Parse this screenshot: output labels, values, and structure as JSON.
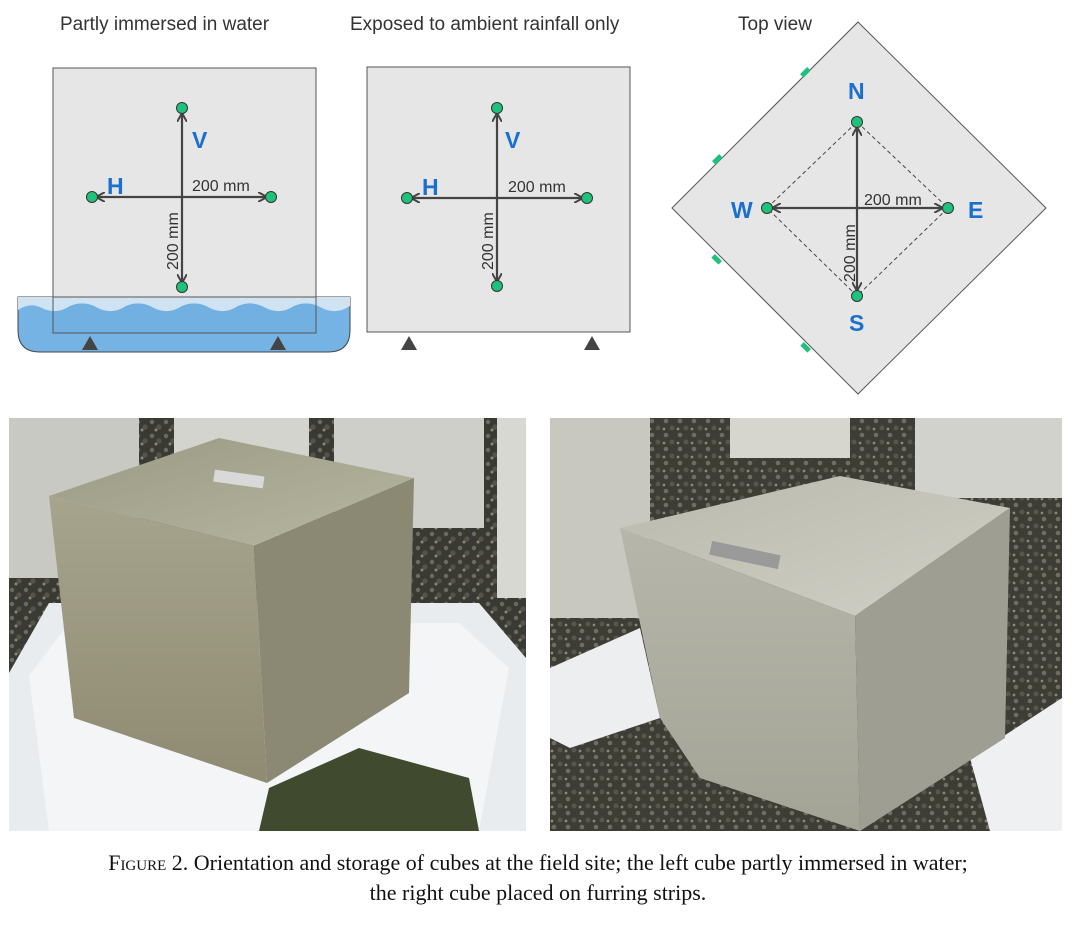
{
  "panels": {
    "immersed": {
      "title": "Partly immersed in water",
      "v_label": "V",
      "h_label": "H",
      "horiz_dist": "200 mm",
      "vert_dist": "200 mm"
    },
    "rainfall": {
      "title": "Exposed to ambient rainfall only",
      "v_label": "V",
      "h_label": "H",
      "horiz_dist": "200 mm",
      "vert_dist": "200 mm"
    },
    "topview": {
      "title": "Top view",
      "n_label": "N",
      "s_label": "S",
      "e_label": "E",
      "w_label": "W",
      "horiz_dist": "200 mm",
      "vert_dist": "200 mm"
    }
  },
  "caption": {
    "label": "Figure 2.",
    "text": " Orientation and storage of cubes at the field site; the left cube partly immersed in water;",
    "line2": "the right cube placed on furring strips."
  },
  "colors": {
    "label_blue": "#1a6fd0",
    "sensor_green": "#1fc27a",
    "cube_gray": "#e6e6e6",
    "water_blue": "#5ea6e0",
    "arrow_dark": "#444444"
  }
}
